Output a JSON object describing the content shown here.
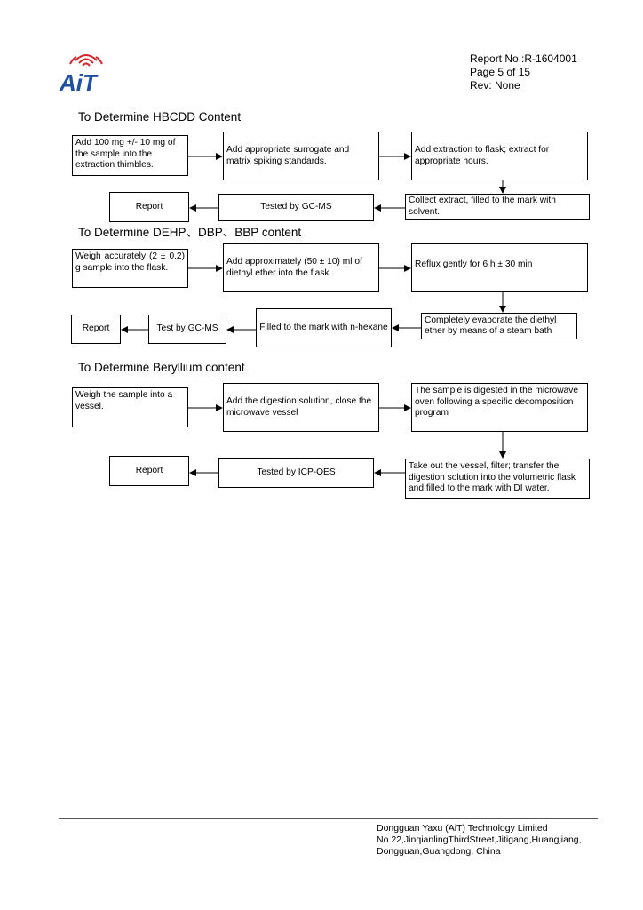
{
  "logo": {
    "text": "AiT",
    "icon": "ait-signal-logo",
    "colors": {
      "blue": "#1f4fa0",
      "red": "#d8232a"
    }
  },
  "header": {
    "report_no": "Report  No.:R-1604001",
    "page": "Page    5 of 15",
    "rev": "Rev: None"
  },
  "sections": [
    {
      "title": "To Determine HBCDD Content",
      "boxes": [
        "Add 100 mg +/- 10 mg of the sample into the extraction thimbles.",
        "Add appropriate surrogate and matrix spiking standards.",
        "Add extraction to flask; extract for appropriate hours.",
        "Collect extract, filled to the mark with solvent.",
        "Tested by GC-MS",
        "Report"
      ]
    },
    {
      "title": "To Determine DEHP、DBP、BBP content",
      "boxes": [
        "Weigh accurately (2 ± 0.2) g sample into the flask.",
        "Add approximately (50 ± 10) ml of diethyl ether into the flask",
        "Reflux gently for 6 h ± 30 min",
        "Completely evaporate the diethyl ether by means of a steam bath",
        "Filled to the mark with n-hexane",
        "Test by GC-MS",
        "Report"
      ]
    },
    {
      "title": "To Determine Beryllium content",
      "boxes": [
        "Weigh the sample into a vessel.",
        "Add the digestion solution, close the microwave vessel",
        "The sample is digested in the microwave oven following a specific decomposition program",
        "Take out the vessel, filter; transfer the digestion solution into the volumetric flask and filled to the mark with DI water.",
        "Tested by ICP-OES",
        "Report"
      ]
    }
  ],
  "footer": {
    "company": "Dongguan Yaxu (AiT) Technology Limited",
    "address1": "No.22,JinqianlingThirdStreet,Jitigang,Huangjiang,",
    "address2": "Dongguan,Guangdong, China"
  }
}
